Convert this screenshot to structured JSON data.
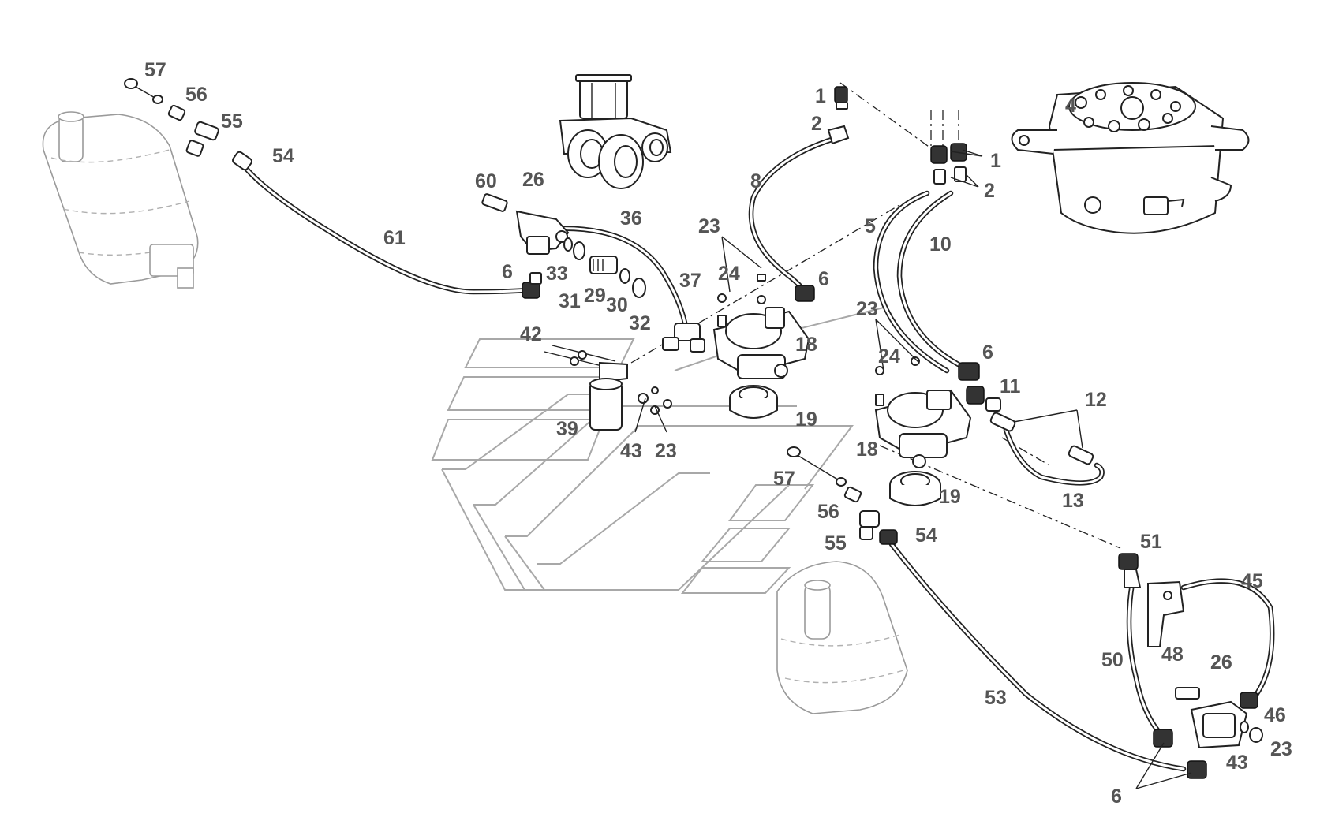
{
  "callouts": {
    "c57a": "57",
    "c56a": "56",
    "c55a": "55",
    "c54a": "54",
    "c61": "61",
    "c60": "60",
    "c26a": "26",
    "c36": "36",
    "c6a": "6",
    "c33": "33",
    "c31": "31",
    "c29": "29",
    "c30": "30",
    "c32": "32",
    "c37": "37",
    "c42": "42",
    "c39": "39",
    "c43a": "43",
    "c23a": "23",
    "c1a": "1",
    "c2a": "2",
    "c8": "8",
    "c6b": "6",
    "c23b": "23",
    "c24a": "24",
    "c18a": "18",
    "c19a": "19",
    "c5": "5",
    "c1b": "1",
    "c2b": "2",
    "c10": "10",
    "c4": "4",
    "c23c": "23",
    "c24b": "24",
    "c6c": "6",
    "c11": "11",
    "c12": "12",
    "c13": "13",
    "c18b": "18",
    "c19b": "19",
    "c57b": "57",
    "c56b": "56",
    "c55b": "55",
    "c54b": "54",
    "c53": "53",
    "c51": "51",
    "c45": "45",
    "c50": "50",
    "c48": "48",
    "c26b": "26",
    "c46": "46",
    "c43b": "43",
    "c23d": "23",
    "c6d": "6"
  },
  "icons": {
    "tractor": "tractor-icon",
    "brake_cylinder": "brake-chamber-icon",
    "rotary_coupling": "rotary-coupling-icon"
  },
  "colors": {
    "callout_text": "#555555",
    "line_art": "#222222",
    "ghost_art": "#9a9a9a"
  }
}
